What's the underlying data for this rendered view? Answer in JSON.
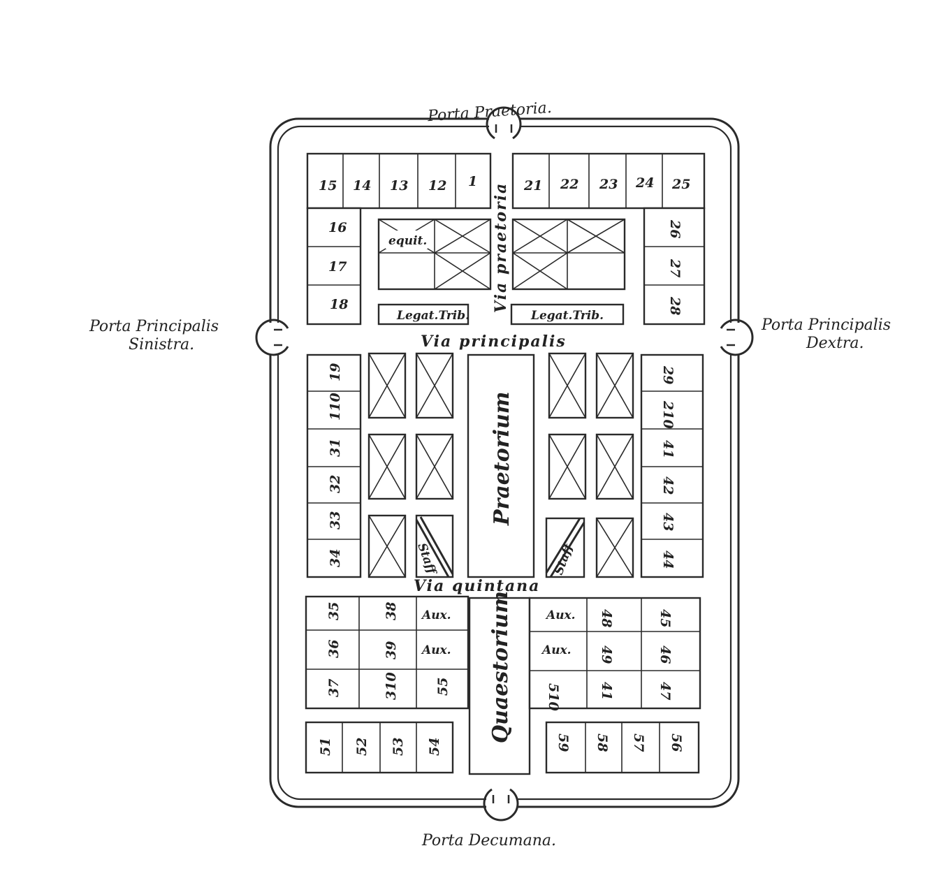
{
  "gates": {
    "top": "Porta Praetoria.",
    "bottom": "Porta Decumana.",
    "left_line1": "Porta Principalis",
    "left_line2": "Sinistra.",
    "right_line1": "Porta Principalis",
    "right_line2": "Dextra."
  },
  "roads": {
    "via_praetoria": "Via praetoria",
    "via_principalis": "Via principalis",
    "via_quintana": "Via quintana"
  },
  "buildings": {
    "praetorium": "Praetorium",
    "quaestorium": "Quaestorium",
    "equit": "equit.",
    "legat_trib_left": "Legat.Trib.",
    "legat_trib_right": "Legat.Trib.",
    "staff_left": "Staff",
    "staff_right": "Staff",
    "aux": "Aux."
  },
  "cells": {
    "top_left": [
      "15",
      "14",
      "13",
      "12",
      "1"
    ],
    "top_right": [
      "21",
      "22",
      "23",
      "24",
      "25"
    ],
    "left_upper": [
      "16",
      "17",
      "18"
    ],
    "right_upper": [
      "26",
      "27",
      "28"
    ],
    "left_middle": [
      "19",
      "110",
      "31",
      "32",
      "33",
      "34"
    ],
    "right_middle": [
      "29",
      "210",
      "41",
      "42",
      "43",
      "44"
    ],
    "lower_left_col1": [
      "35",
      "36",
      "37"
    ],
    "lower_left_col2": [
      "38",
      "39",
      "310"
    ],
    "lower_left_col3_last": "55",
    "lower_right_col1_last": "510",
    "lower_right_col2": [
      "48",
      "49",
      "41"
    ],
    "lower_right_col3": [
      "45",
      "46",
      "47"
    ],
    "bottom_left": [
      "51",
      "52",
      "53",
      "54"
    ],
    "bottom_right": [
      "59",
      "58",
      "57",
      "56"
    ]
  }
}
